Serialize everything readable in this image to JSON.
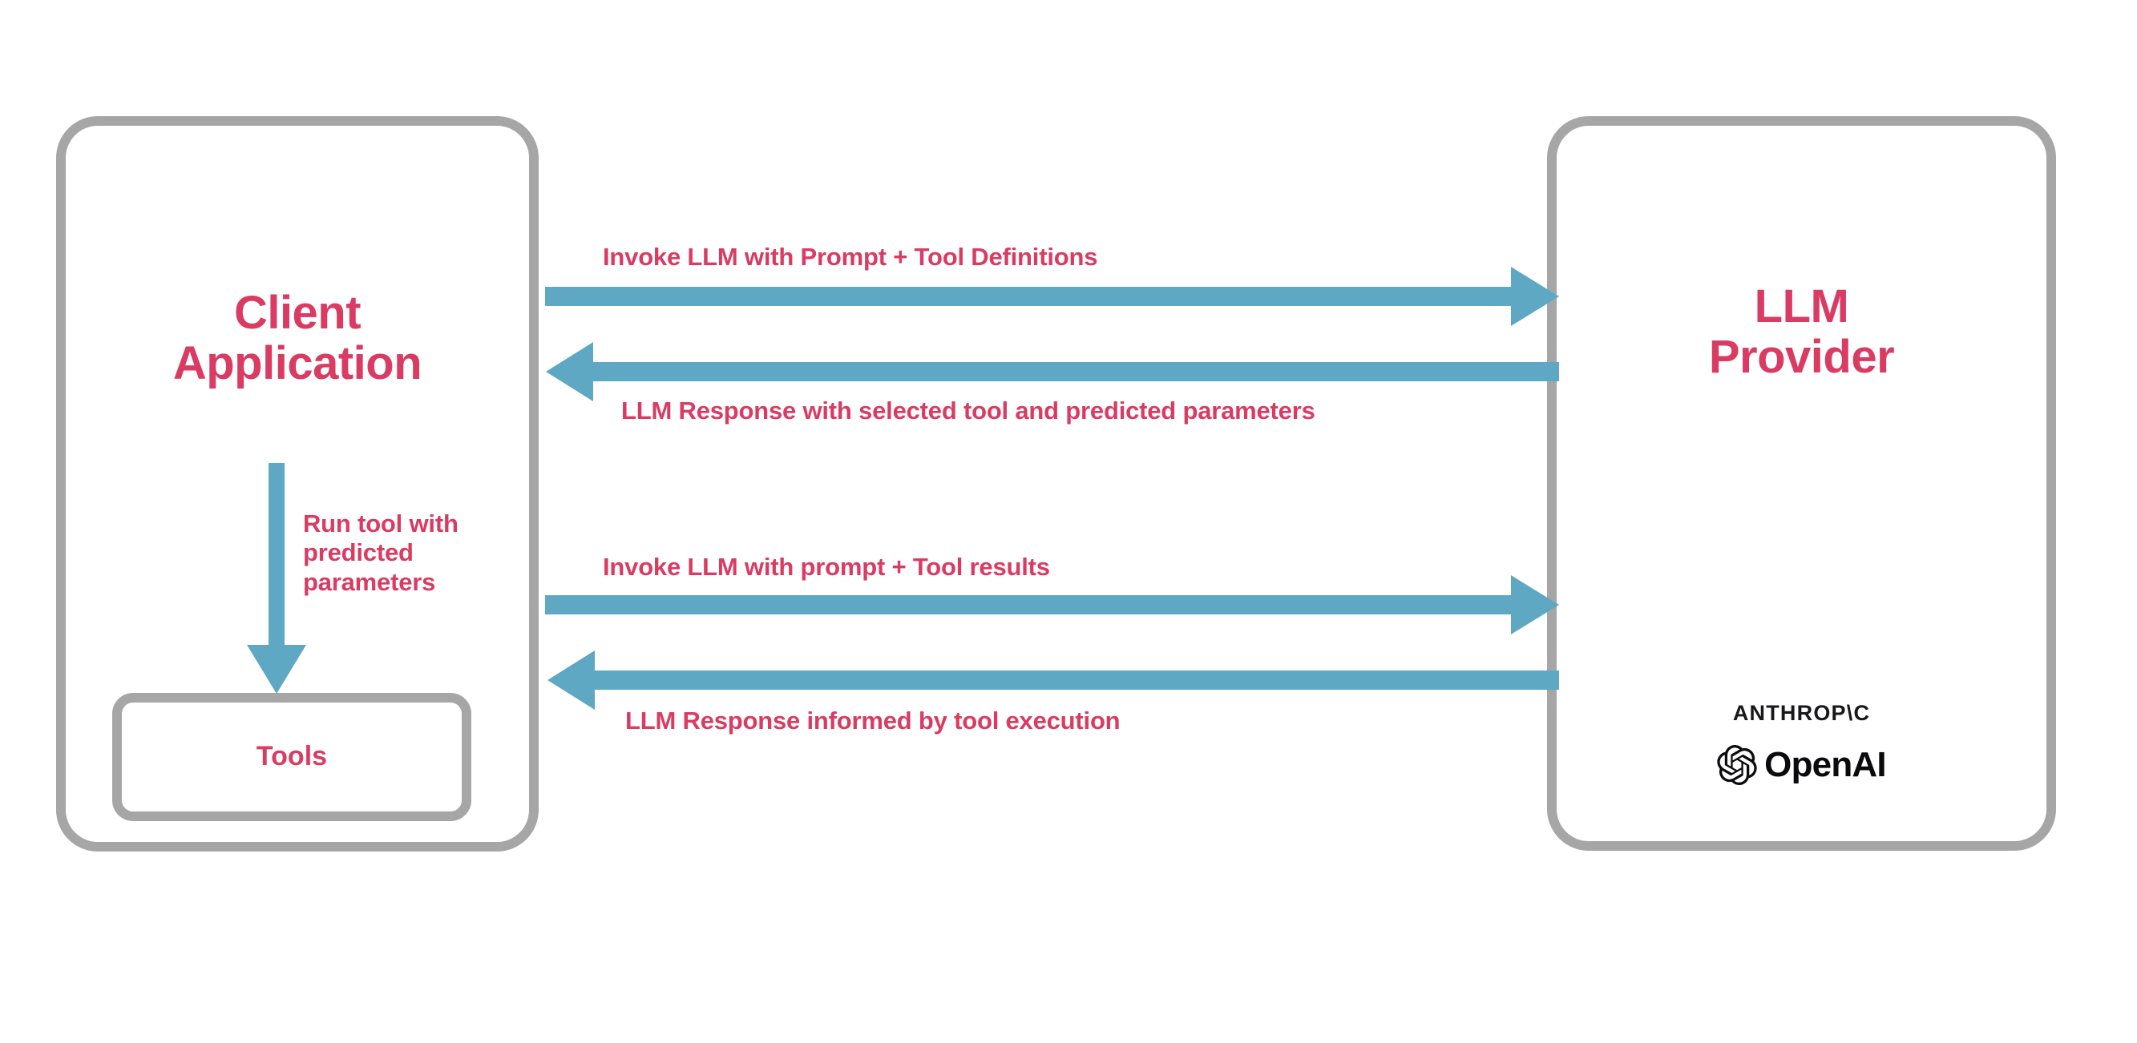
{
  "diagram": {
    "title": "LLM tool-calling interaction flow",
    "colors": {
      "accent_pink": "#d93b63",
      "arrow_blue": "#5ea8c4",
      "box_gray": "#a6a6a6",
      "logo_black": "#18181a",
      "background": "#ffffff"
    },
    "nodes": {
      "client": {
        "label": "Client\nApplication"
      },
      "tools": {
        "label": "Tools"
      },
      "provider": {
        "label": "LLM\nProvider"
      }
    },
    "logos": {
      "anthropic": {
        "name": "anthropic-logo",
        "text": "ANTHROP\\C"
      },
      "openai": {
        "name": "openai-logo",
        "text": "OpenAI",
        "mark": "openai-knot-icon"
      }
    },
    "arrows": [
      {
        "name": "invoke-llm-with-prompt-and-tool-definitions",
        "label": "Invoke LLM with Prompt + Tool Definitions",
        "direction": "right",
        "from": "client",
        "to": "provider"
      },
      {
        "name": "llm-response-with-selected-tool",
        "label": "LLM Response with selected tool and predicted parameters",
        "direction": "left",
        "from": "provider",
        "to": "client"
      },
      {
        "name": "run-tool-with-predicted-parameters",
        "label": "Run tool with\npredicted\nparameters",
        "direction": "down",
        "from": "client",
        "to": "tools"
      },
      {
        "name": "invoke-llm-with-prompt-and-tool-results",
        "label": "Invoke LLM with prompt + Tool results",
        "direction": "right",
        "from": "client",
        "to": "provider"
      },
      {
        "name": "llm-response-informed-by-tool-execution",
        "label": "LLM Response informed by tool execution",
        "direction": "left",
        "from": "provider",
        "to": "client"
      }
    ]
  }
}
